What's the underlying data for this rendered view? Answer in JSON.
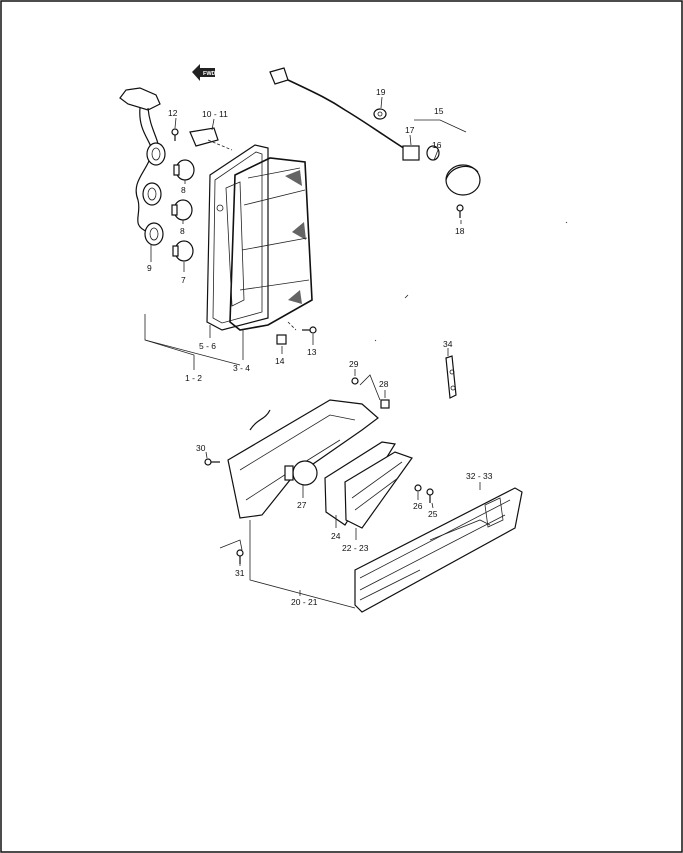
{
  "diagram": {
    "direction_marker": "FWD",
    "callouts": [
      {
        "id": "c12",
        "text": "12"
      },
      {
        "id": "c1011",
        "text": "10 - 11"
      },
      {
        "id": "c8a",
        "text": "8"
      },
      {
        "id": "c8b",
        "text": "8"
      },
      {
        "id": "c9",
        "text": "9"
      },
      {
        "id": "c7",
        "text": "7"
      },
      {
        "id": "c56",
        "text": "5 - 6"
      },
      {
        "id": "c34",
        "text": "3 - 4"
      },
      {
        "id": "c12b",
        "text": "1 - 2"
      },
      {
        "id": "c14",
        "text": "14"
      },
      {
        "id": "c13",
        "text": "13"
      },
      {
        "id": "c19",
        "text": "19"
      },
      {
        "id": "c15",
        "text": "15"
      },
      {
        "id": "c17",
        "text": "17"
      },
      {
        "id": "c16",
        "text": "16"
      },
      {
        "id": "c18",
        "text": "18"
      },
      {
        "id": "c34b",
        "text": "34"
      },
      {
        "id": "c29",
        "text": "29"
      },
      {
        "id": "c28",
        "text": "28"
      },
      {
        "id": "c30",
        "text": "30"
      },
      {
        "id": "c27",
        "text": "27"
      },
      {
        "id": "c26",
        "text": "26"
      },
      {
        "id": "c25",
        "text": "25"
      },
      {
        "id": "c3233",
        "text": "32 - 33"
      },
      {
        "id": "c24",
        "text": "24"
      },
      {
        "id": "c2223",
        "text": "22 - 23"
      },
      {
        "id": "c31",
        "text": "31"
      },
      {
        "id": "c2021",
        "text": "20 - 21"
      }
    ]
  }
}
